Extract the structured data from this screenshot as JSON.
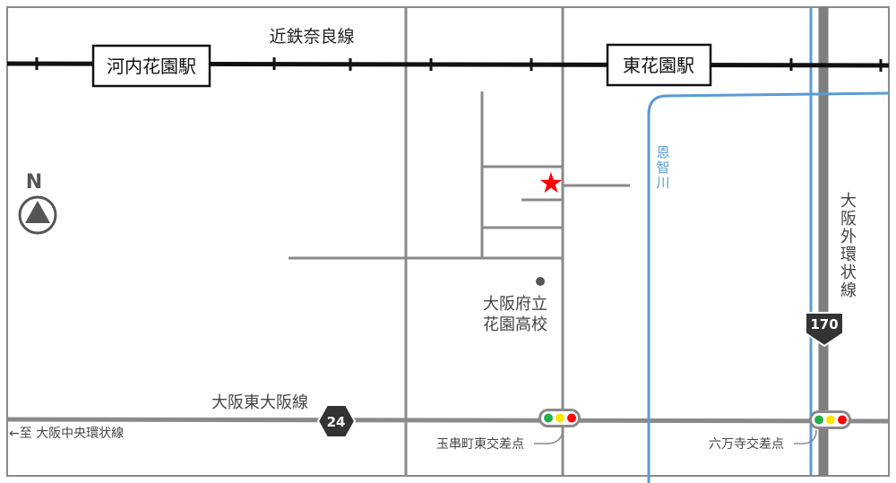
{
  "railway": {
    "line_name": "近鉄奈良線",
    "stations": [
      "河内花園駅",
      "東花園駅"
    ]
  },
  "north_label": "N",
  "roads": {
    "osaka_higashi_osaka": "大阪東大阪線",
    "route_24": "24",
    "osaka_chuo_kanjo": "←至 大阪中央環状線",
    "osaka_soto_kanjo_chars": [
      "大",
      "阪",
      "外",
      "環",
      "状",
      "線"
    ],
    "route_170": "170"
  },
  "river": {
    "name_chars": [
      "恩",
      "智",
      "川"
    ]
  },
  "school": {
    "line1": "大阪府立",
    "line2": "花園高校"
  },
  "intersections": [
    "玉串町東交差点",
    "六万寺交差点"
  ],
  "colors": {
    "road": "#8a8a8a",
    "rail": "#111111",
    "river": "#5b9bd5",
    "destination_star": "#ff0000",
    "soto_kanjo_road": "#7f7f7f",
    "route_badge": "#333333",
    "signal_green": "#21b14b",
    "signal_yellow": "#ffe600",
    "signal_red": "#ff0000"
  }
}
